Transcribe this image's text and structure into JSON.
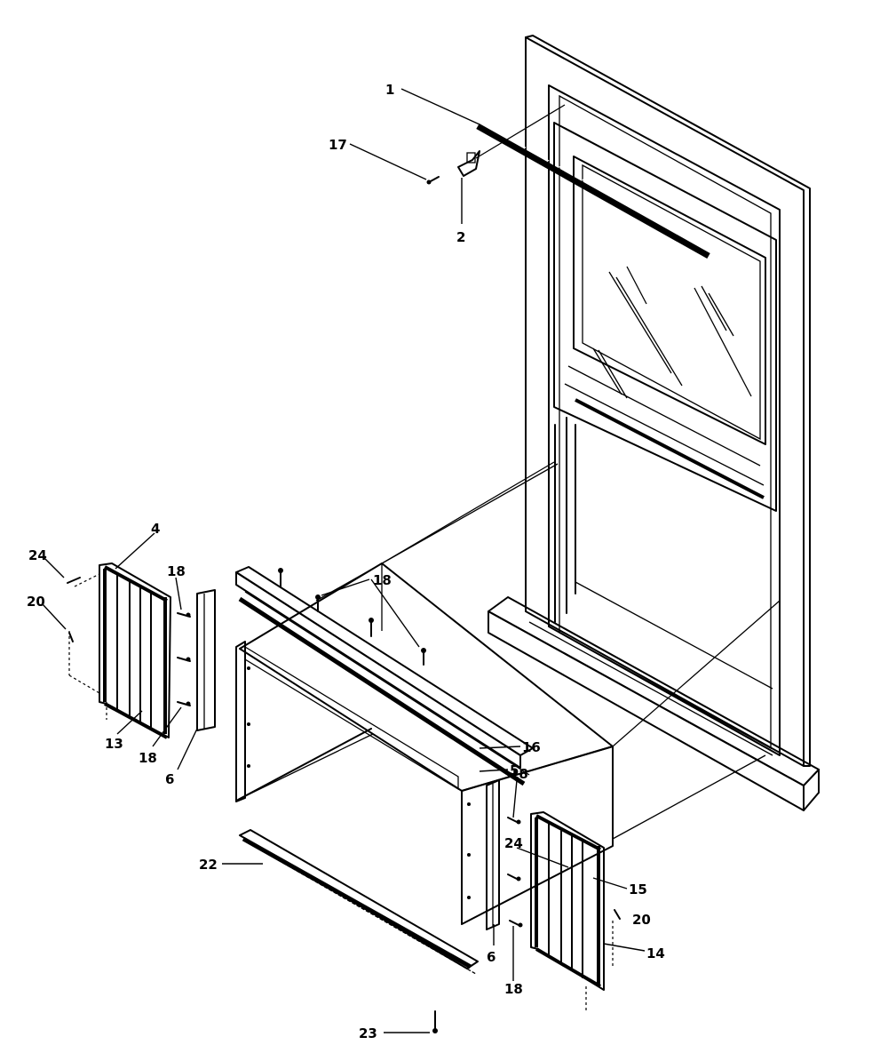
{
  "diagram": {
    "callouts": [
      {
        "id": "c1",
        "label": "1"
      },
      {
        "id": "c17",
        "label": "17"
      },
      {
        "id": "c2",
        "label": "2"
      },
      {
        "id": "c4",
        "label": "4"
      },
      {
        "id": "c24a",
        "label": "24"
      },
      {
        "id": "c20a",
        "label": "20"
      },
      {
        "id": "c18a",
        "label": "18"
      },
      {
        "id": "c18b",
        "label": "18"
      },
      {
        "id": "c13",
        "label": "13"
      },
      {
        "id": "c18c",
        "label": "18"
      },
      {
        "id": "c6a",
        "label": "6"
      },
      {
        "id": "c16",
        "label": "16"
      },
      {
        "id": "c5",
        "label": "5"
      },
      {
        "id": "c18d",
        "label": "18"
      },
      {
        "id": "c24b",
        "label": "24"
      },
      {
        "id": "c15",
        "label": "15"
      },
      {
        "id": "c20b",
        "label": "20"
      },
      {
        "id": "c14",
        "label": "14"
      },
      {
        "id": "c6b",
        "label": "6"
      },
      {
        "id": "c18e",
        "label": "18"
      },
      {
        "id": "c22",
        "label": "22"
      },
      {
        "id": "c23",
        "label": "23"
      }
    ]
  }
}
